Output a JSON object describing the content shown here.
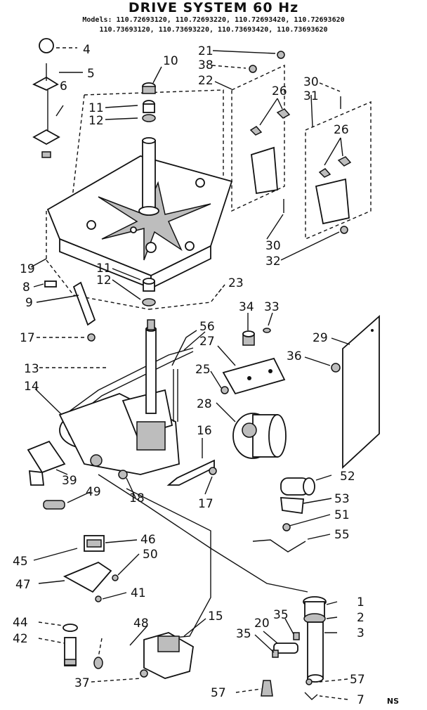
{
  "header": {
    "title": "DRIVE SYSTEM 60 Hz",
    "models_line1": "Models: 110.72693120, 110.72693220, 110.72693420, 110.72693620",
    "models_line2": "110.73693120, 110.73693220, 110.73693420, 110.73693620"
  },
  "callouts": {
    "p4": "4",
    "p5": "5",
    "p6": "6",
    "p10": "10",
    "p11a": "11",
    "p12a": "12",
    "p21": "21",
    "p38": "38",
    "p22": "22",
    "p26a": "26",
    "p30a": "30",
    "p31": "31",
    "p26b": "26",
    "p30b": "30",
    "p32": "32",
    "p19": "19",
    "p11b": "11",
    "p12b": "12",
    "p23": "23",
    "p8": "8",
    "p9": "9",
    "p17a": "17",
    "p34": "34",
    "p33": "33",
    "p56": "56",
    "p27": "27",
    "p29": "29",
    "p13": "13",
    "p14": "14",
    "p36": "36",
    "p25": "25",
    "p28": "28",
    "p16": "16",
    "p39": "39",
    "p49": "49",
    "p18": "18",
    "p17b": "17",
    "p52": "52",
    "p53": "53",
    "p51": "51",
    "p55": "55",
    "p46": "46",
    "p45": "45",
    "p50": "50",
    "p47": "47",
    "p41": "41",
    "p1": "1",
    "p2": "2",
    "p3": "3",
    "p44": "44",
    "p48": "48",
    "p15": "15",
    "p35a": "35",
    "p20": "20",
    "p35b": "35",
    "p42": "42",
    "p37": "37",
    "p57a": "57",
    "p57b": "57",
    "p7": "7"
  },
  "footer_ref": "NS"
}
